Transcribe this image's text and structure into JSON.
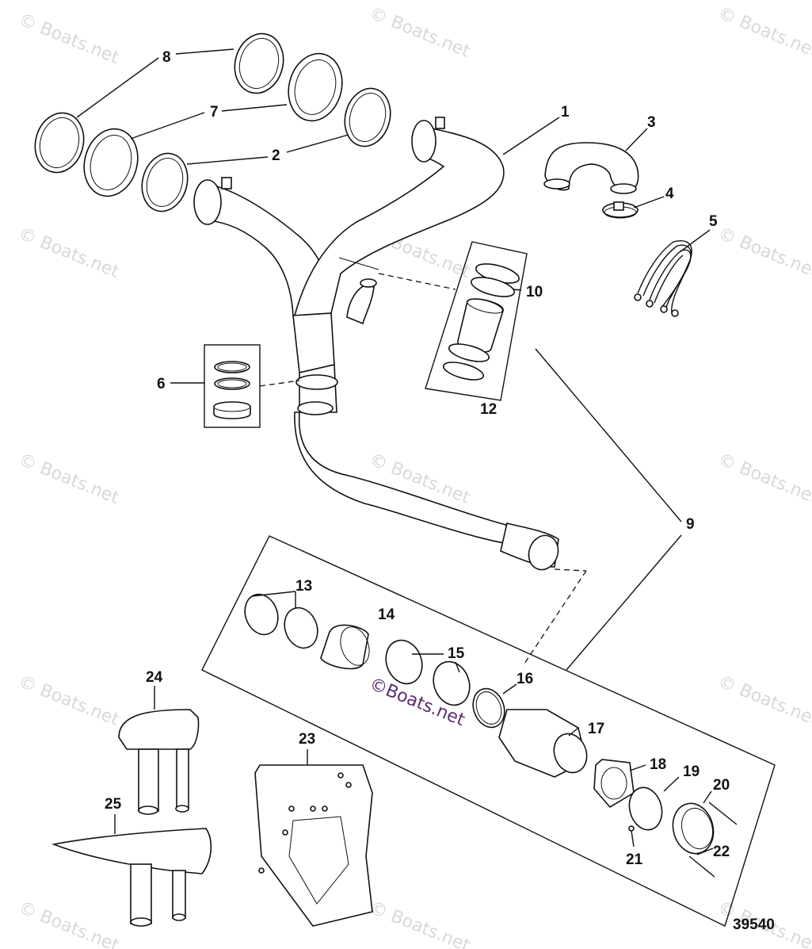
{
  "watermark": "© Boats.net",
  "center_watermark": "©Boats.net",
  "figure_number": "39540",
  "callouts": [
    "1",
    "2",
    "3",
    "4",
    "5",
    "6",
    "7",
    "8",
    "9",
    "10",
    "12",
    "13",
    "14",
    "15",
    "16",
    "17",
    "18",
    "19",
    "20",
    "21",
    "22",
    "23",
    "24",
    "25"
  ]
}
